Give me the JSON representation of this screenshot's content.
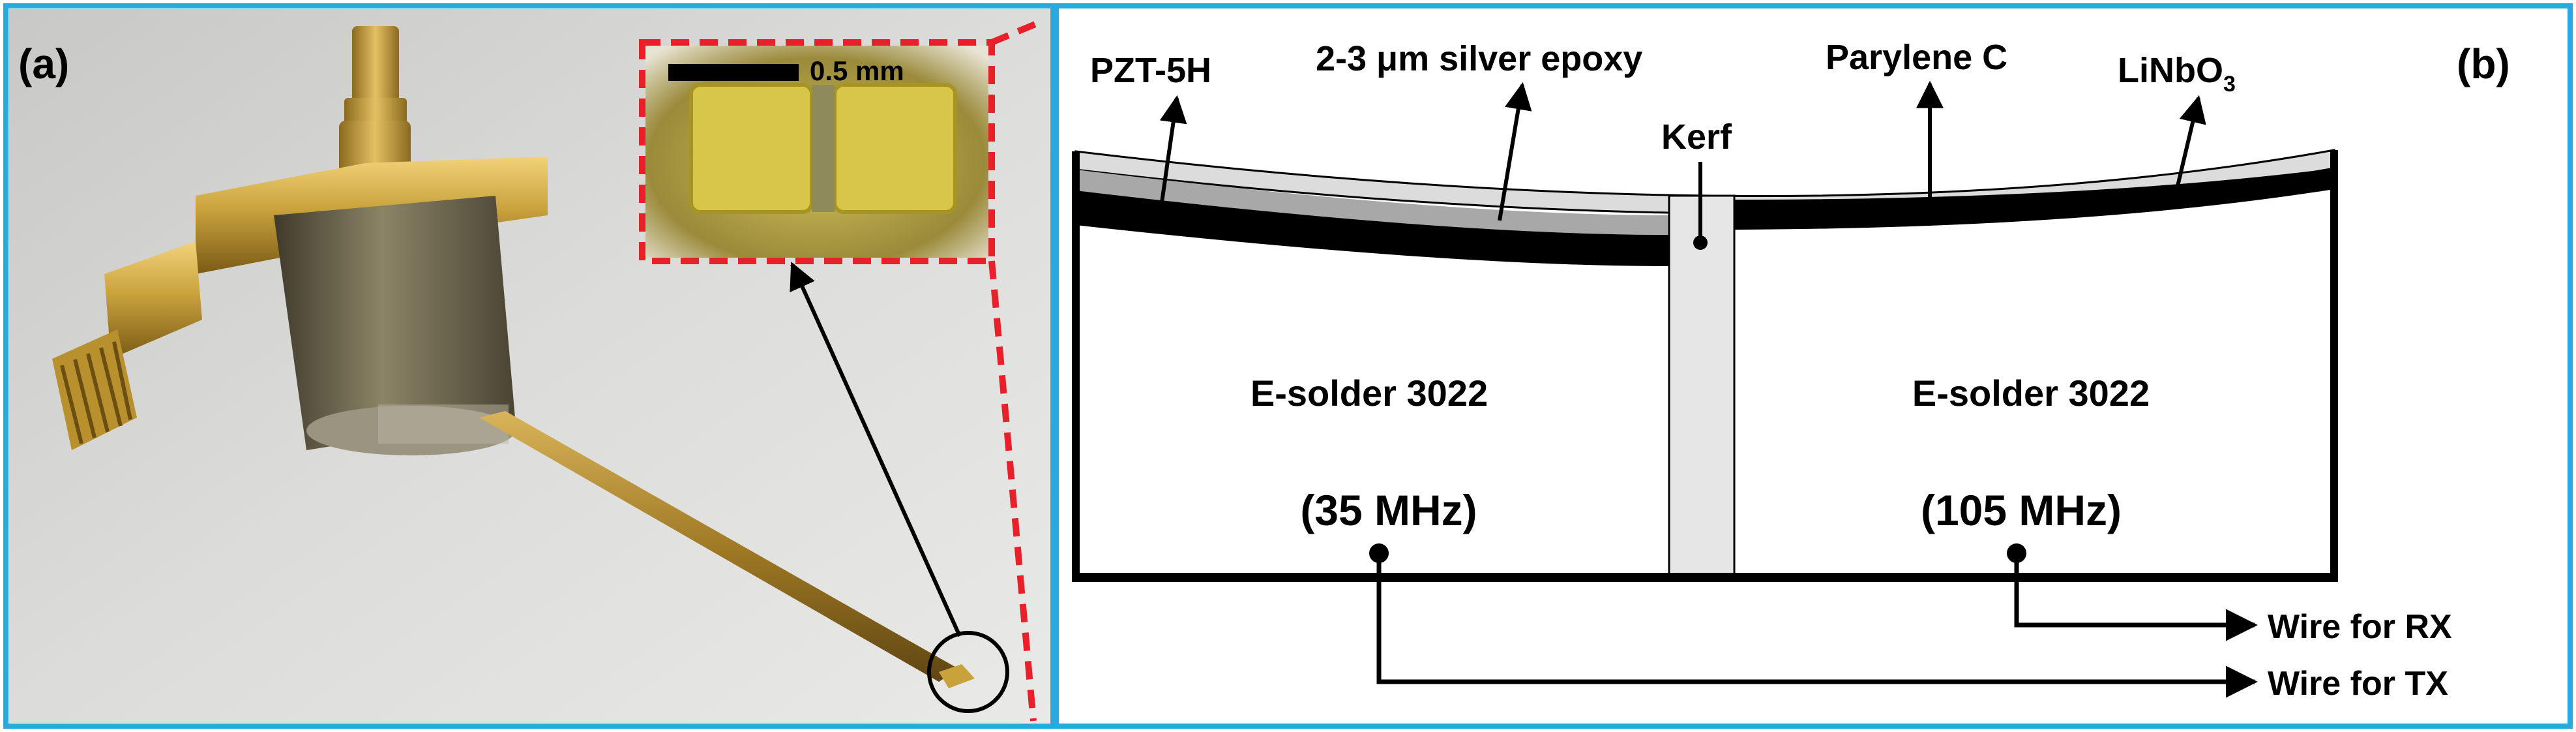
{
  "panel_a": {
    "label": "(a)",
    "scale_bar_label": "0.5 mm"
  },
  "panel_b": {
    "label": "(b)",
    "labels": {
      "pzt": "PZT-5H",
      "silver_epoxy": "2-3 μm silver epoxy",
      "kerf": "Kerf",
      "parylene": "Parylene C",
      "linbo3_base": "LiNbO",
      "linbo3_sub": "3",
      "backing_left": "E-solder 3022",
      "backing_right": "E-solder 3022",
      "freq_left": "(35 MHz)",
      "freq_right": "(105 MHz)",
      "wire_rx": "Wire for RX",
      "wire_tx": "Wire for TX"
    }
  },
  "colors": {
    "frame_blue": "#2aa8e0",
    "zoom_red": "#e8202a",
    "gold": "#c9a23c",
    "epoxy_gray": "#a8a8a8",
    "parylene_gray": "#dcdcdc",
    "kerf_gray": "#e6e6e6"
  }
}
